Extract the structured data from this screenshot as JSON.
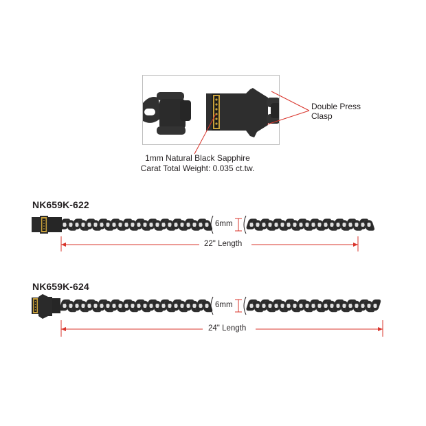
{
  "callout": {
    "sapphire_line1": "1mm Natural Black Sapphire",
    "sapphire_line2": "Carat Total Weight: 0.035 ct.tw.",
    "clasp_line1": "Double Press",
    "clasp_line2": "Clasp"
  },
  "products": [
    {
      "sku": "NK659K-622",
      "width": "6mm",
      "length": "22\" Length"
    },
    {
      "sku": "NK659K-624",
      "width": "6mm",
      "length": "24\" Length"
    }
  ],
  "colors": {
    "chain": "#2a2a2a",
    "gold": "#c9a13b",
    "dimension_line": "#d9342b",
    "text": "#231f20"
  }
}
